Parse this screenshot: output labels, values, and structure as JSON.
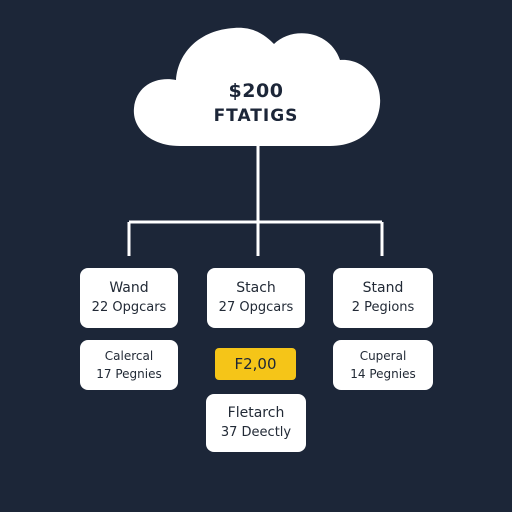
{
  "colors": {
    "background": "#1c2638",
    "cloud": "#ffffff",
    "connector": "#ffffff",
    "node_bg": "#ffffff",
    "badge_bg": "#f5c518",
    "text_dark": "#1c2638"
  },
  "cloud": {
    "amount": "$200",
    "label": "FTATIGS"
  },
  "nodes": {
    "top_left": {
      "line1": "Wand",
      "line2": "22 Opgcars"
    },
    "top_mid": {
      "line1": "Stach",
      "line2": "27 Opgcars"
    },
    "top_right": {
      "line1": "Stand",
      "line2": "2 Pegions"
    },
    "bot_left": {
      "line1": "Calercal",
      "line2": "17 Pegnies"
    },
    "bot_right": {
      "line1": "Cuperal",
      "line2": "14 Pegnies"
    },
    "bot_mid": {
      "line1": "Fletarch",
      "line2": "37 Deectly"
    }
  },
  "badge": {
    "value": "F2,00"
  }
}
